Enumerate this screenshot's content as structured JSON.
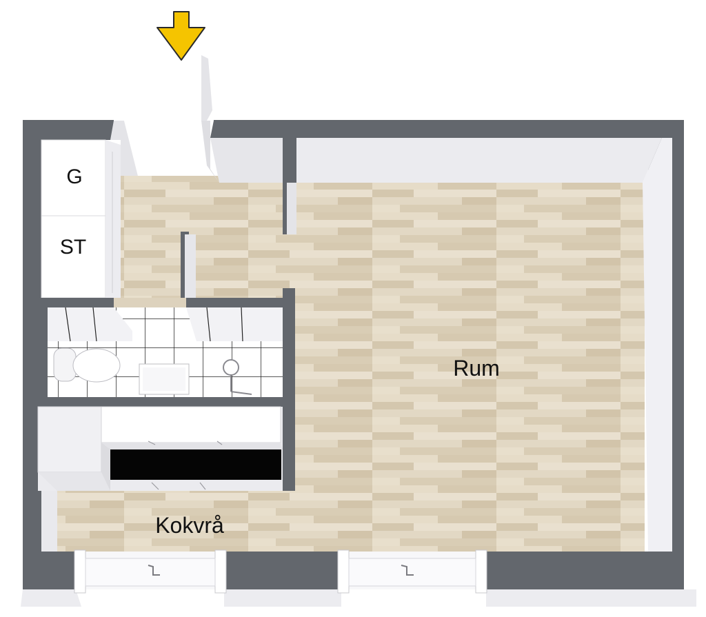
{
  "labels": {
    "garderob": "G",
    "stadskap": "ST",
    "rum": "Rum",
    "kokvra": "Kokvrå"
  },
  "icons": {
    "entrance": "entrance-arrow-icon"
  },
  "colors": {
    "wall": "#63676d",
    "wall_face": "#e8e8ec",
    "floor": "#ddd2bd",
    "floor_plank_light": "#e8dfcd",
    "floor_plank_dark": "#d3c6ad",
    "tile": "#ffffff",
    "tile_grout": "#222222",
    "cabinet": "#f4f4f6",
    "stove": "#050505",
    "entrance_arrow": "#f5c400"
  }
}
